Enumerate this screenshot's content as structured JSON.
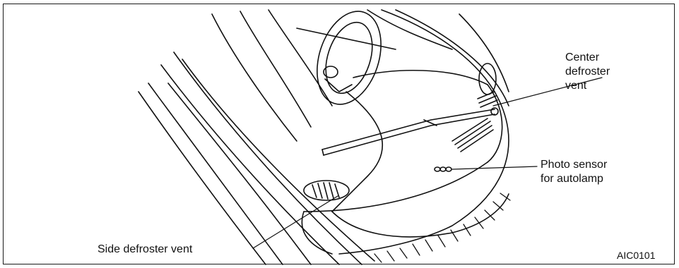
{
  "labels": {
    "center_vent": [
      "Center",
      "defroster",
      "vent"
    ],
    "photo_sensor": [
      "Photo sensor",
      "for autolamp"
    ],
    "side_vent": "Side defroster vent",
    "figure_code": "AIC0101"
  },
  "colors": {
    "ink": "#111111",
    "background": "#ffffff"
  }
}
